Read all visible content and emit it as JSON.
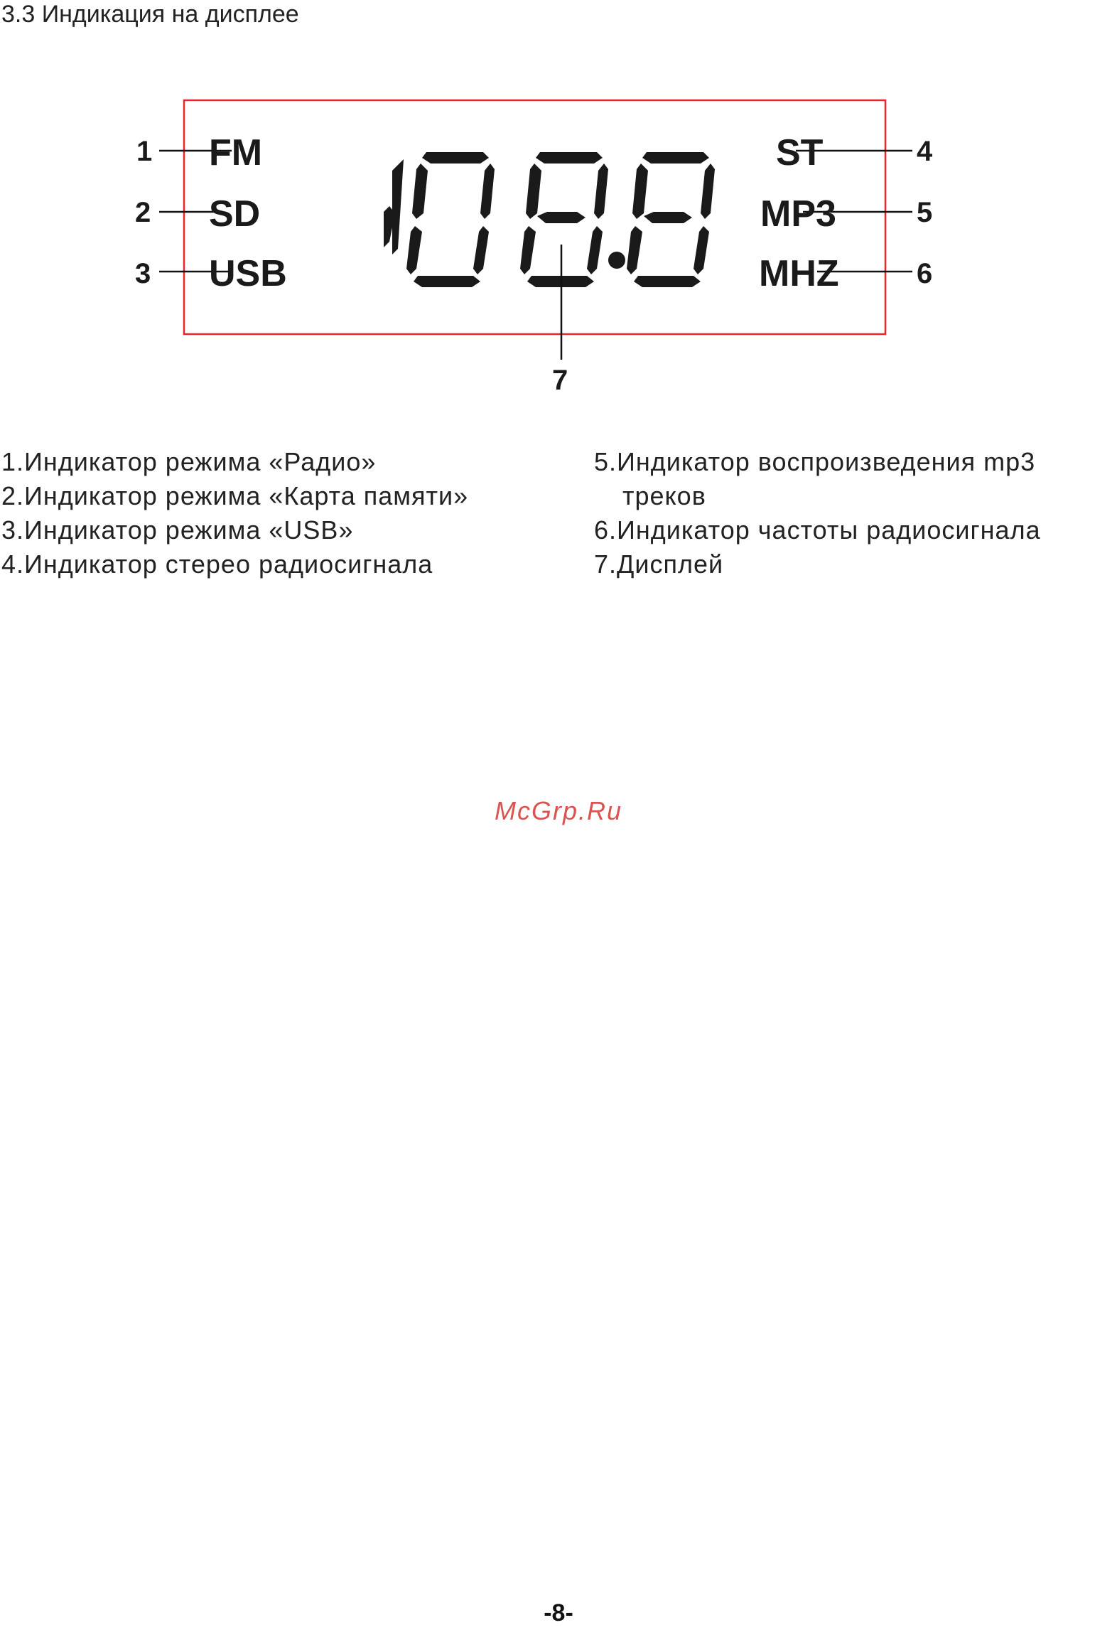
{
  "heading": "3.3 Индикация на дисплее",
  "display": {
    "left_labels": [
      "FM",
      "SD",
      "USB"
    ],
    "right_labels": [
      "ST",
      "MP3",
      "MHZ"
    ],
    "callouts": [
      "1",
      "2",
      "3",
      "4",
      "5",
      "6",
      "7"
    ],
    "frame_color": "#e8262c"
  },
  "legend": {
    "left": [
      "1.Индикатор режима «Радио»",
      "2.Индикатор режима «Карта памяти»",
      "3.Индикатор режима «USB»",
      "4.Индикатор стерео радиосигнала"
    ],
    "right": [
      "5.Индикатор воспроизведения mp3",
      "треков",
      "6.Индикатор частоты радиосигнала",
      "7.Дисплей"
    ]
  },
  "watermark": "McGrp.Ru",
  "page_number": "-8-"
}
